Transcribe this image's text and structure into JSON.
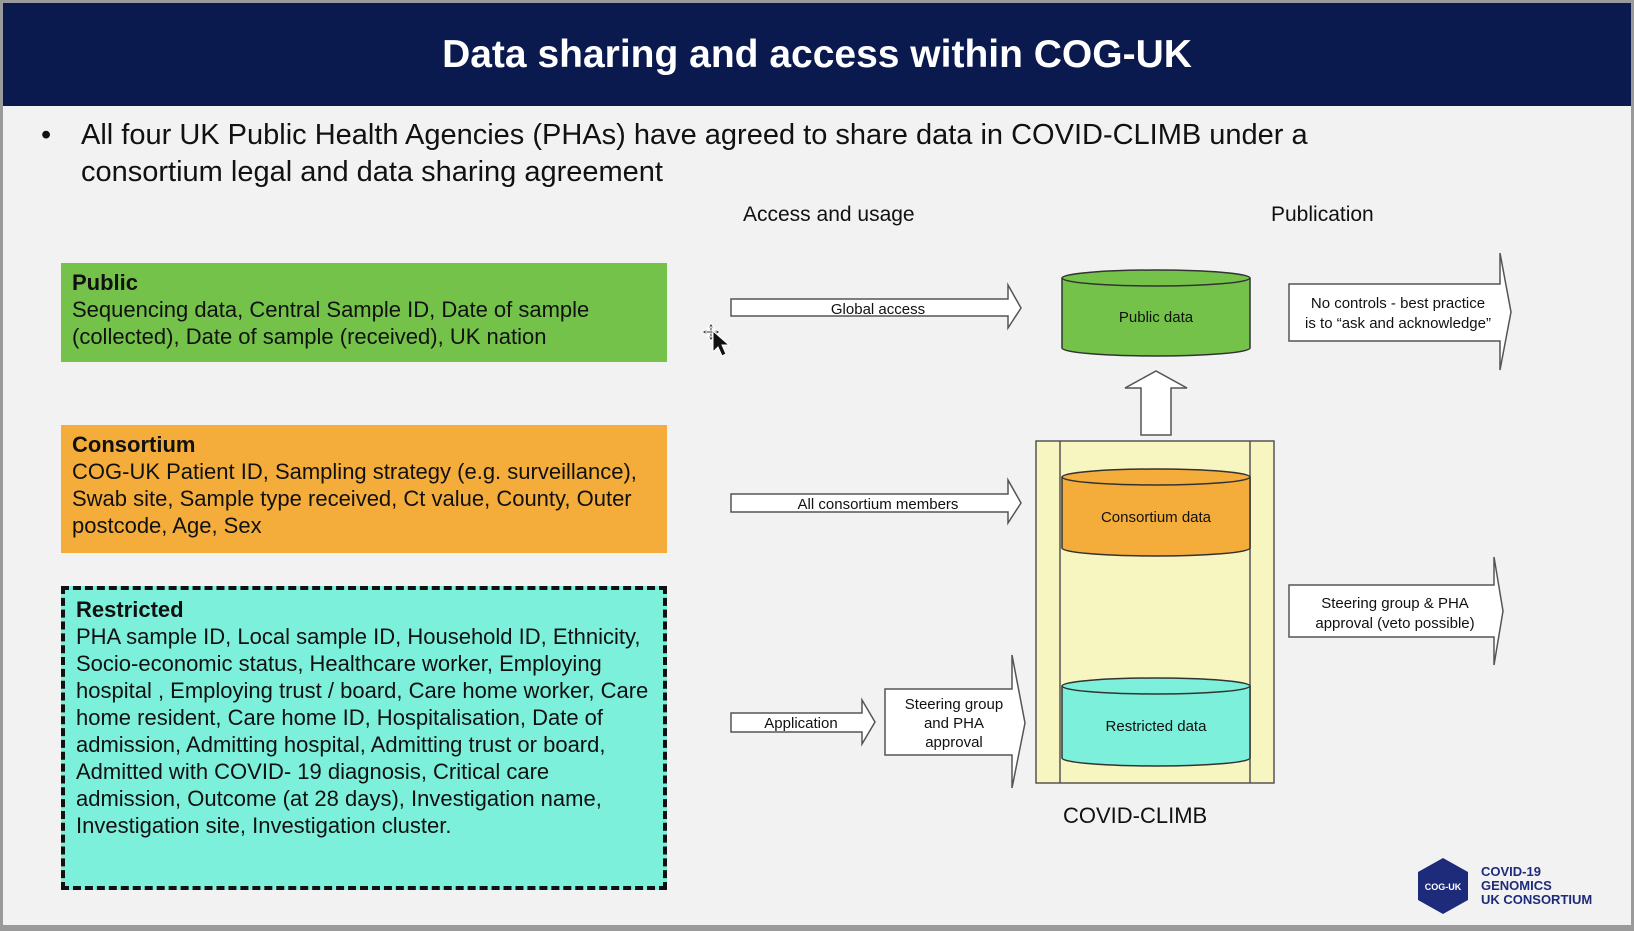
{
  "title": "Data sharing and access within COG-UK",
  "bullet": "All four UK Public Health Agencies (PHAs) have agreed to share data in COVID-CLIMB under a consortium legal and data sharing agreement",
  "column_headers": {
    "access": "Access and usage",
    "publication": "Publication"
  },
  "tiers": {
    "public": {
      "title": "Public",
      "body": "Sequencing data, Central Sample ID, Date of sample (collected), Date of sample (received), UK nation",
      "color": "#74c24a"
    },
    "consortium": {
      "title": "Consortium",
      "body": "COG-UK Patient ID, Sampling strategy (e.g. surveillance), Swab site, Sample type received, Ct value, County, Outer postcode, Age, Sex",
      "color": "#f4ad3a"
    },
    "restricted": {
      "title": "Restricted",
      "body": "PHA sample ID, Local sample ID, Household ID, Ethnicity, Socio-economic status, Healthcare worker, Employing hospital , Employing trust / board, Care home worker, Care home resident, Care home ID, Hospitalisation, Date of admission, Admitting hospital, Admitting trust or board, Admitted with COVID- 19 diagnosis, Critical care admission, Outcome (at 28 days), Investigation name, Investigation site, Investigation cluster.",
      "color": "#7cf0da"
    }
  },
  "access_arrows": {
    "global": "Global access",
    "consortium": "All consortium members",
    "application": "Application",
    "steering_line1": "Steering group",
    "steering_line2": "and PHA",
    "steering_line3": "approval"
  },
  "cylinders": {
    "public": "Public data",
    "consortium": "Consortium data",
    "restricted": "Restricted data"
  },
  "store_label": "COVID-CLIMB",
  "publication_arrows": {
    "public_line1": "No controls -  best practice",
    "public_line2": "is to “ask and acknowledge”",
    "restricted_line1": "Steering group & PHA",
    "restricted_line2": "approval (veto possible)"
  },
  "logo": {
    "badge": "COG-UK",
    "line1": "COVID-19",
    "line2": "GENOMICS",
    "line3": "UK CONSORTIUM"
  },
  "colors": {
    "title_bar": "#0b1a4e",
    "climb_box": "#f7f5c0",
    "logo": "#1e2b7a"
  }
}
